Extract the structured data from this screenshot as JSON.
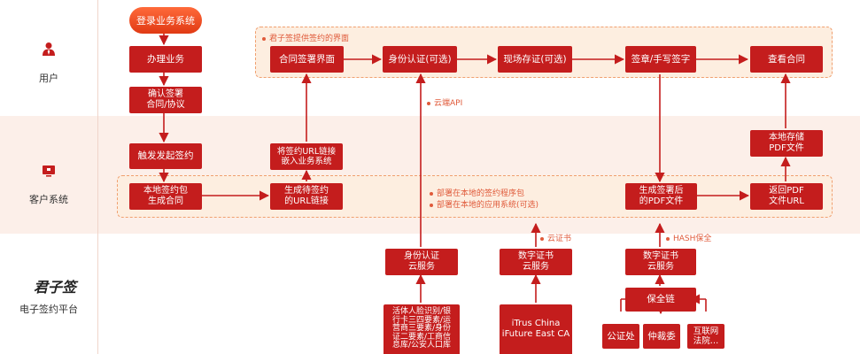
{
  "lanes": {
    "user": "用户",
    "client": "客户系统",
    "platform": "电子签约平台"
  },
  "platform_logo": "君子签",
  "groups": {
    "top_note": "君子签提供签约的界面",
    "client_note_1": "部署在本地的签约程序包",
    "client_note_2": "部署在本地的应用系统(可选)"
  },
  "annotations": {
    "cloud_api": "云端API",
    "cloud_cert": "云证书",
    "hash_save": "HASH保全"
  },
  "nodes": {
    "login": "登录业务系统",
    "handle": "办理业务",
    "confirm": "确认签署\n合同/协议",
    "trigger": "触发发起签约",
    "local_pkg": "本地签约包\n生成合同",
    "gen_url": "生成待签约\n的URL链接",
    "embed_url": "将签约URL链接\n嵌入业务系统",
    "contract_ui": "合同签署界面",
    "id_verify": "身份认证(可选)",
    "onsite_evidence": "现场存证(可选)",
    "sign": "签章/手写签字",
    "view": "查看合同",
    "local_store": "本地存储\nPDF文件",
    "gen_signed_pdf": "生成签署后\n的PDF文件",
    "return_pdf": "返回PDF\n文件URL",
    "id_cloud": "身份认证\n云服务",
    "id_sources": "活体人脸识别/银\n行卡三四要素/运\n营商三要素/身份\n证二要素/工商信\n息库/公安人口库",
    "cert_cloud_1": "数字证书\n云服务",
    "ca_list": "iTrus China\niFuture East CA",
    "cert_cloud_2": "数字证书\n云服务",
    "chain": "保全链",
    "notary": "公证处",
    "arbitration": "仲裁委",
    "court": "互联网\n法院…"
  },
  "colors": {
    "node": "#c41d1d",
    "start": "#ff5a2a",
    "accent_note": "#e05a3a",
    "group_border": "#f0a070",
    "group_fill": "#fdeee0",
    "mid_lane": "#fcefe9"
  }
}
